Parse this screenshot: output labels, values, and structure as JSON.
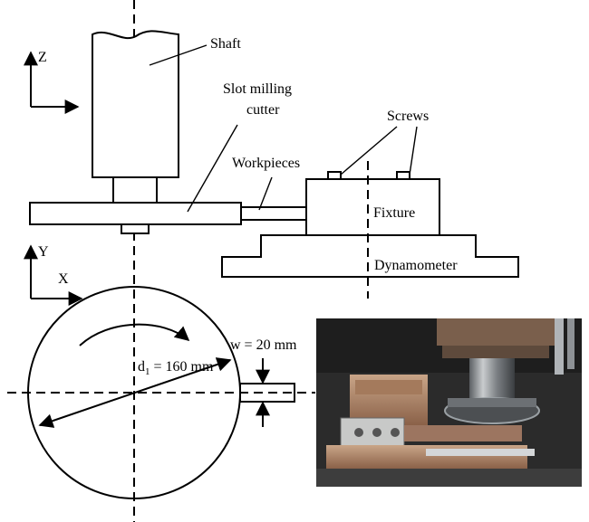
{
  "labels": {
    "shaft": "Shaft",
    "cutter_line1": "Slot milling",
    "cutter_line2": "cutter",
    "screws": "Screws",
    "workpieces": "Workpieces",
    "fixture": "Fixture",
    "dynamometer": "Dynamometer",
    "axis_z": "Z",
    "axis_y": "Y",
    "axis_x": "X",
    "diameter_prefix": "d",
    "diameter_sub": "1",
    "diameter_value": " = 160 mm",
    "width": "w = 20 mm"
  },
  "photo": {
    "description_icon": "photo-milling-setup"
  }
}
